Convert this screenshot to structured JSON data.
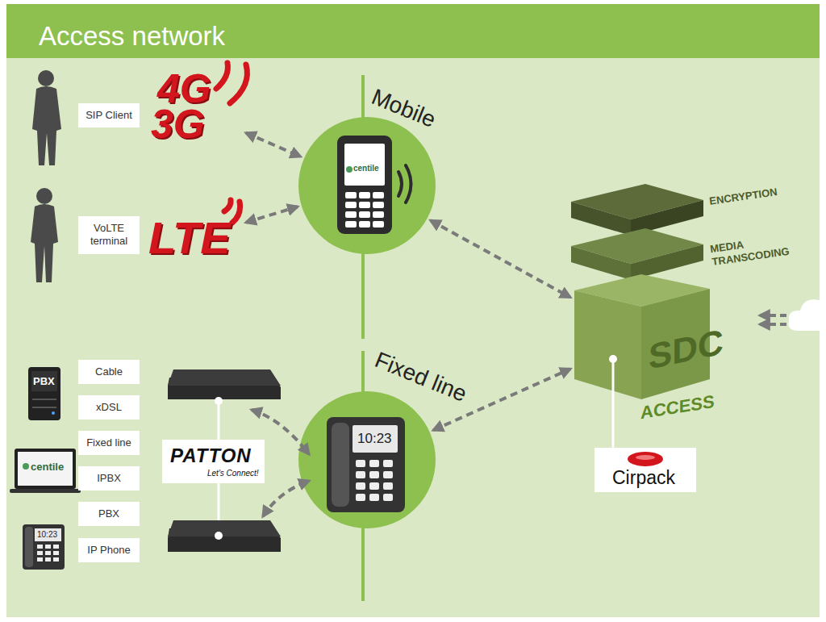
{
  "diagram": {
    "title": "Access network",
    "nodes": [
      {
        "text": [
          "SIP Client"
        ]
      },
      {
        "text": [
          "4G",
          "3G"
        ]
      },
      {
        "text": [
          "VoLTE terminal"
        ]
      },
      {
        "text": [
          "LTE"
        ]
      },
      {
        "text": [
          "Mobile"
        ]
      },
      {
        "text": [
          "ENCRYPTION"
        ]
      },
      {
        "text": [
          "MEDIA TRANSCODING"
        ]
      },
      {
        "text": [
          "SDC",
          "ACCESS"
        ]
      },
      {
        "text": [
          "Cable"
        ]
      },
      {
        "text": [
          "xDSL"
        ]
      },
      {
        "text": [
          "Fixed line"
        ]
      },
      {
        "text": [
          "IPBX"
        ]
      },
      {
        "text": [
          "PBX"
        ]
      },
      {
        "text": [
          "IP Phone"
        ]
      },
      {
        "text": [
          "PATTON",
          "Let's Connect!"
        ]
      },
      {
        "text": [
          "Fixed line"
        ]
      },
      {
        "text": [
          "Cirpack"
        ]
      }
    ],
    "edges": [
      {
        "from": 1,
        "to": 4,
        "arrow": "both"
      },
      {
        "from": 3,
        "to": 4,
        "arrow": "both"
      },
      {
        "from": 4,
        "to": 7,
        "arrow": "both"
      },
      {
        "from": 15,
        "to": 7,
        "arrow": "both"
      },
      {
        "from": 7,
        "to": 16,
        "arrow": "none"
      }
    ],
    "labels": [
      "centile",
      "10:23",
      "PBX",
      "centile",
      "10:23"
    ]
  }
}
